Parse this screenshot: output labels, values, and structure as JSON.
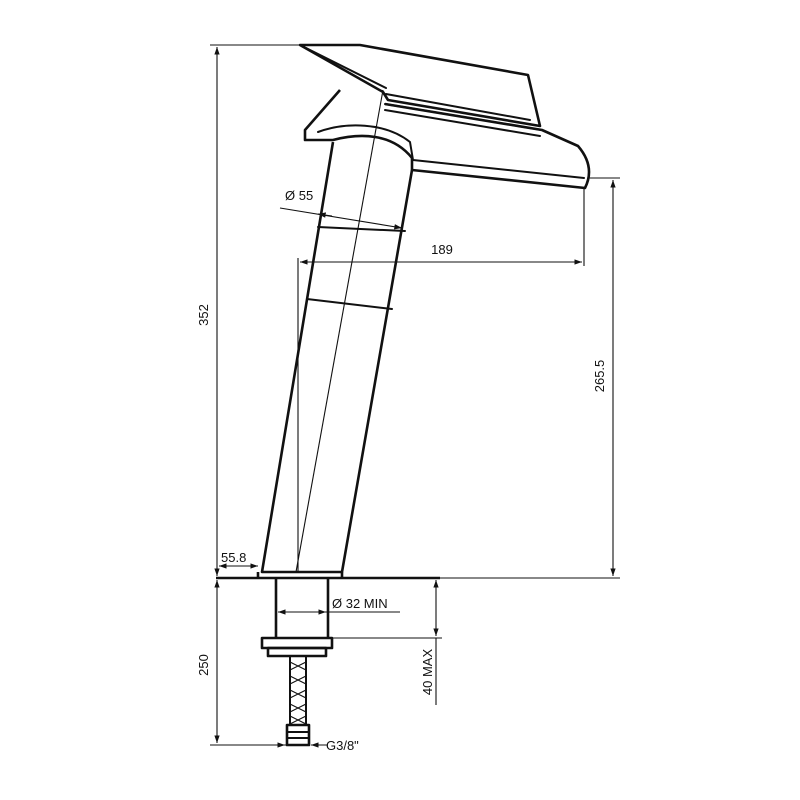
{
  "drawing": {
    "dimensions": {
      "total_height": "352",
      "body_diameter": "Ø 55",
      "spout_reach": "189",
      "spout_height": "265.5",
      "base_offset": "55.8",
      "hole_diameter": "Ø 32 MIN",
      "below_deck_length": "250",
      "deck_thickness": "40 MAX",
      "thread": "G3/8\""
    }
  }
}
